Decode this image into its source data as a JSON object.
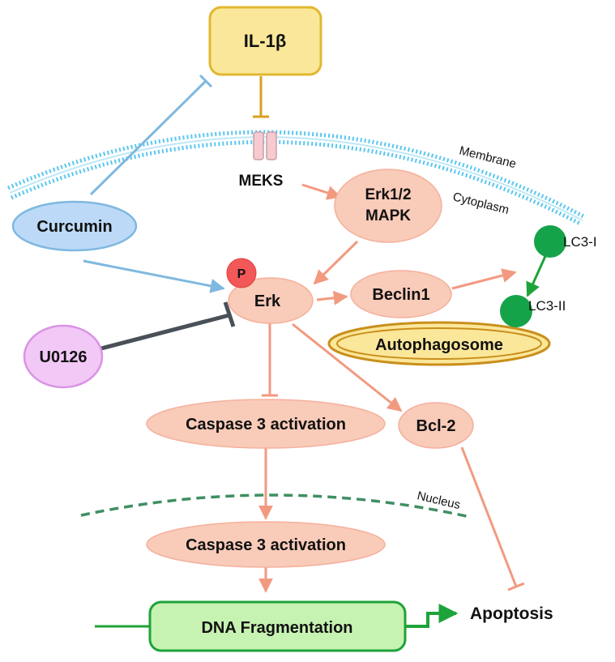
{
  "nodes": {
    "il1b": "IL-1β",
    "meks": "MEKS",
    "erk12_line1": "Erk1/2",
    "erk12_line2": "MAPK",
    "curcumin": "Curcumin",
    "p": "P",
    "erk": "Erk",
    "beclin1": "Beclin1",
    "lc3i": "LC3-I",
    "lc3ii": "LC3-II",
    "autophagosome": "Autophagosome",
    "u0126": "U0126",
    "caspase_top": "Caspase 3 activation",
    "bcl2": "Bcl-2",
    "caspase_bottom": "Caspase 3 activation",
    "dna_fragmentation": "DNA Fragmentation",
    "apoptosis": "Apoptosis"
  },
  "regions": {
    "membrane": "Membrane",
    "cytoplasm": "Cytoplasm",
    "nucleus": "Nucleus"
  },
  "colors": {
    "salmon_fill": "#f9cbb9",
    "salmon_edge": "#f29a80",
    "blue": "#7fb8e0",
    "membrane": "#59c7ef",
    "yellow_fill": "#fbe79a",
    "yellow_edge": "#e0b830",
    "green": "#1ea33a",
    "green_fill": "#c6f2b2",
    "purple_fill": "#f2c8f6",
    "purple_edge": "#d993e6",
    "dark": "#4a5058",
    "nucleus": "#3f8f62"
  }
}
